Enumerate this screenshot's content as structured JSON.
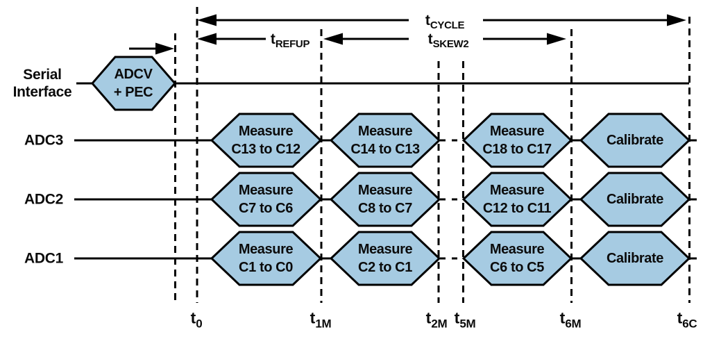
{
  "figure": {
    "background": "#ffffff",
    "hexagon_fill": "#a6cbe2",
    "line_color": "#000000"
  },
  "annotations": {
    "cycle": {
      "base": "t",
      "sub": "CYCLE"
    },
    "refup": {
      "base": "t",
      "sub": "REFUP"
    },
    "skew2": {
      "base": "t",
      "sub": "SKEW2"
    }
  },
  "serial_row": {
    "label_line1": "Serial",
    "label_line2": "Interface",
    "command": {
      "line1": "ADCV",
      "line2": "+ PEC"
    }
  },
  "adc_rows": [
    {
      "label": "ADC3",
      "hexagons": [
        {
          "line1": "Measure",
          "line2": "C13 to C12"
        },
        {
          "line1": "Measure",
          "line2": "C14 to C13"
        },
        {
          "line1": "Measure",
          "line2": "C18 to C17"
        },
        {
          "line1": "Calibrate"
        }
      ]
    },
    {
      "label": "ADC2",
      "hexagons": [
        {
          "line1": "Measure",
          "line2": "C7 to C6"
        },
        {
          "line1": "Measure",
          "line2": "C8 to C7"
        },
        {
          "line1": "Measure",
          "line2": "C12 to C11"
        },
        {
          "line1": "Calibrate"
        }
      ]
    },
    {
      "label": "ADC1",
      "hexagons": [
        {
          "line1": "Measure",
          "line2": "C1 to C0"
        },
        {
          "line1": "Measure",
          "line2": "C2 to C1"
        },
        {
          "line1": "Measure",
          "line2": "C6 to C5"
        },
        {
          "line1": "Calibrate"
        }
      ]
    }
  ],
  "time_markers": [
    {
      "base": "t",
      "sub": "0"
    },
    {
      "base": "t",
      "sub": "1M"
    },
    {
      "base": "t",
      "sub": "2M"
    },
    {
      "base": "t",
      "sub": "5M"
    },
    {
      "base": "t",
      "sub": "6M"
    },
    {
      "base": "t",
      "sub": "6C"
    }
  ]
}
